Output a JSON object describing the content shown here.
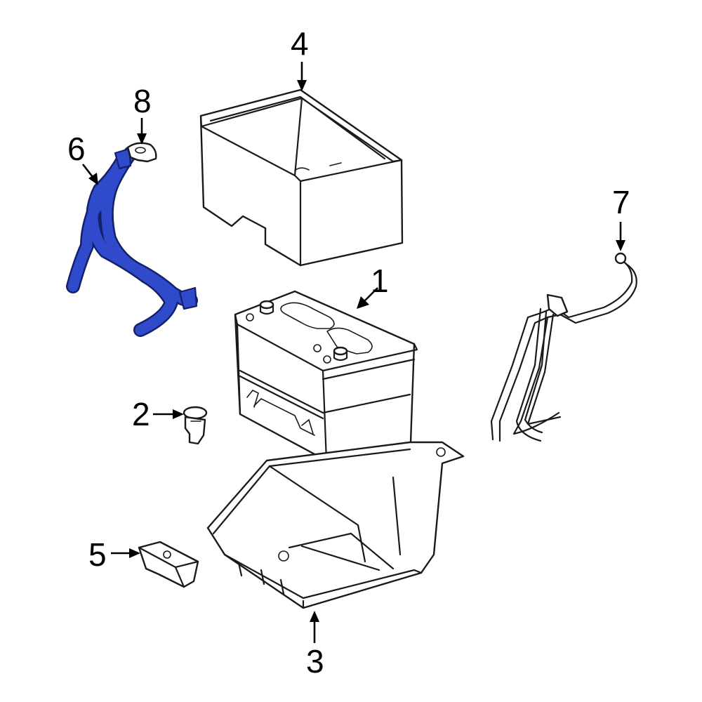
{
  "diagram": {
    "highlight_color": "#2f4bcc",
    "callouts": {
      "c1": "1",
      "c2": "2",
      "c3": "3",
      "c4": "4",
      "c5": "5",
      "c6": "6",
      "c7": "7",
      "c8": "8"
    }
  }
}
